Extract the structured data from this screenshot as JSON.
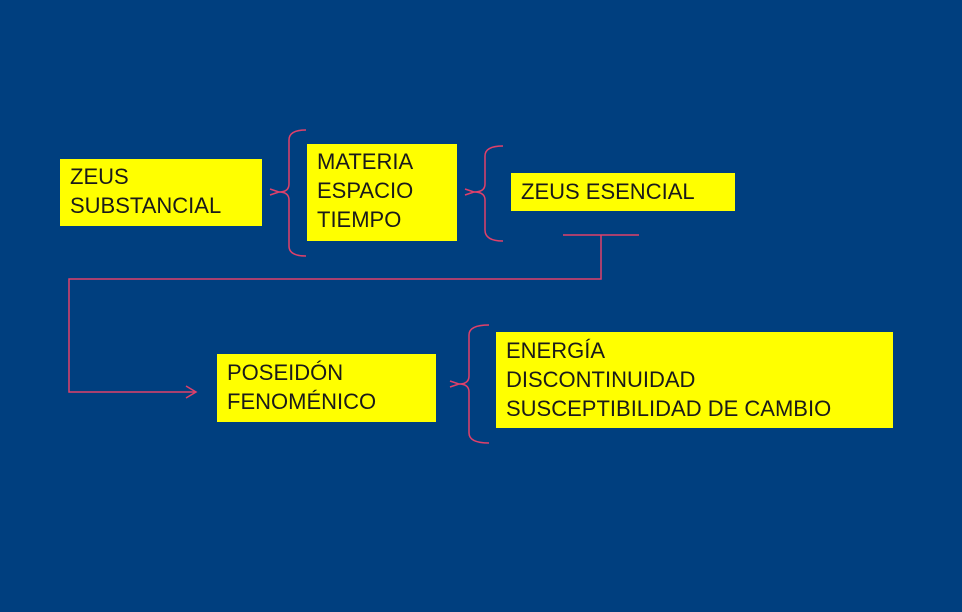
{
  "colors": {
    "background": "#003f7f",
    "box_fill": "#ffff00",
    "connector": "#e0406a"
  },
  "boxes": {
    "zeus_substancial": {
      "lines": [
        "ZEUS",
        "SUBSTANCIAL"
      ]
    },
    "materia_espacio_tiempo": {
      "lines": [
        "MATERIA",
        "ESPACIO",
        "TIEMPO"
      ]
    },
    "zeus_esencial": {
      "lines": [
        "ZEUS ESENCIAL"
      ]
    },
    "poseidon_fenomenico": {
      "lines": [
        "POSEIDÓN",
        "FENOMÉNICO"
      ]
    },
    "energia_group": {
      "lines": [
        "ENERGÍA",
        "DISCONTINUIDAD",
        "SUSCEPTIBILIDAD DE CAMBIO"
      ]
    }
  }
}
